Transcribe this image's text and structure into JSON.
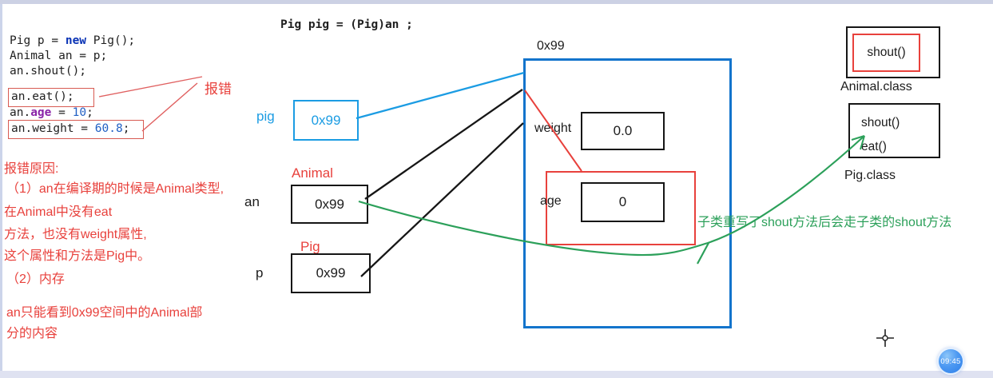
{
  "colors": {
    "red": "#e8413c",
    "red_light": "#e06060",
    "bright_blue": "#1b9ce3",
    "heap_border_blue": "#1374cc",
    "green": "#2ca05a",
    "keyword_blue": "#0a33b5",
    "number_blue": "#2160c4",
    "field_purple": "#8a24a8"
  },
  "code_block": {
    "line1_a": "Pig p = ",
    "line1_new": "new",
    "line1_b": " Pig();",
    "line2": "Animal an = p;",
    "line3": "an.shout();",
    "line4": "an.eat();",
    "line5_a": "an.",
    "line5_field": "age",
    "line5_b": " = ",
    "line5_num": "10",
    "line5_c": ";",
    "line6_a": "an.weight = ",
    "line6_num": "60.8",
    "line6_c": ";"
  },
  "error_label": "报错",
  "error_notes": {
    "title": "报错原因:",
    "l1": "（1）an在编译期的时候是Animal类型,",
    "l2": "在Animal中没有eat",
    "l3": "方法，也没有weight属性,",
    "l4": "这个属性和方法是Pig中。",
    "l5": "（2）内存",
    "l6": "an只能看到0x99空间中的Animal部",
    "l7": "分的内容"
  },
  "cast_code": "Pig pig = (Pig)an ;",
  "stack": {
    "pig": {
      "name": "pig",
      "value": "0x99"
    },
    "an": {
      "name": "an",
      "type": "Animal",
      "value": "0x99"
    },
    "p": {
      "name": "p",
      "type": "Pig",
      "value": "0x99"
    }
  },
  "heap": {
    "address": "0x99",
    "fields": [
      {
        "name": "weight",
        "value": "0.0"
      },
      {
        "name": "age",
        "value": "0"
      }
    ]
  },
  "classes": {
    "animal": {
      "label": "Animal.class",
      "methods": [
        "shout()"
      ]
    },
    "pig": {
      "label": "Pig.class",
      "methods": [
        "shout()",
        "eat()"
      ]
    }
  },
  "green_note": "子类重写了shout方法后会走子类的shout方法",
  "timer": "09:45"
}
